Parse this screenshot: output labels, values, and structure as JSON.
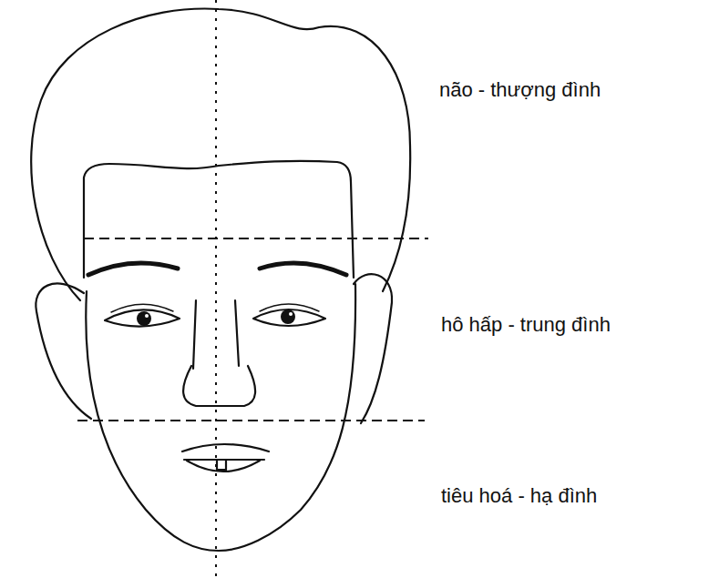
{
  "diagram": {
    "labels": [
      "não - thượng đình",
      "hô hấp - trung đình",
      "tiêu hoá - hạ đình"
    ]
  }
}
